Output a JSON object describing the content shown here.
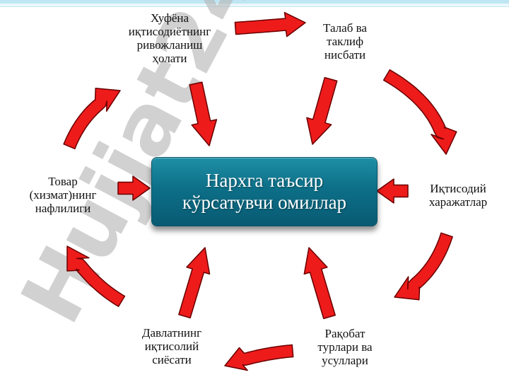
{
  "center_title": "Нархга таъсир\nкўрсатувчи омиллар",
  "factors": {
    "top": "Хуфёна\nиқтисодиётнинг\nривожланиш\nҳолати",
    "top_right": "Талаб ва\nтаклиф\nнисбати",
    "right": "Иқтисодий\nхаражатлар",
    "bottom_right": "Рақобат\nтурлари ва\nусуллари",
    "bottom_left": "Давлатнинг\nиқтисолий\nсиёсати",
    "left": "Товар\n(хизмат)нинг\nнафлилиги"
  },
  "watermark": "Hujjat24",
  "colors": {
    "arrow_fill": "#ee1b1b",
    "arrow_outline": "#6a0000",
    "center_box": "#0d6f88",
    "watermark": "#b4b4b4"
  }
}
